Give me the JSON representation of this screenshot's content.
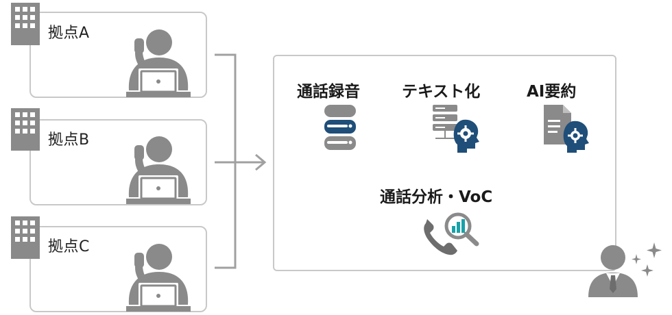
{
  "sites": [
    {
      "label": "拠点A",
      "icon": "office-building-icon"
    },
    {
      "label": "拠点B",
      "icon": "office-building-icon"
    },
    {
      "label": "拠点C",
      "icon": "office-building-icon"
    }
  ],
  "features": {
    "recording": {
      "label": "通話録音",
      "icon": "database-icon"
    },
    "transcription": {
      "label": "テキスト化",
      "icon": "server-ai-icon"
    },
    "summary": {
      "label": "AI要約",
      "icon": "document-ai-icon"
    },
    "analysis": {
      "label": "通話分析・VoC",
      "icon": "phone-analytics-icon"
    }
  },
  "colors": {
    "gray": "#8a8a8a",
    "navy": "#1f4e79",
    "teal": "#17a2a8",
    "border": "#c8c8c8"
  }
}
